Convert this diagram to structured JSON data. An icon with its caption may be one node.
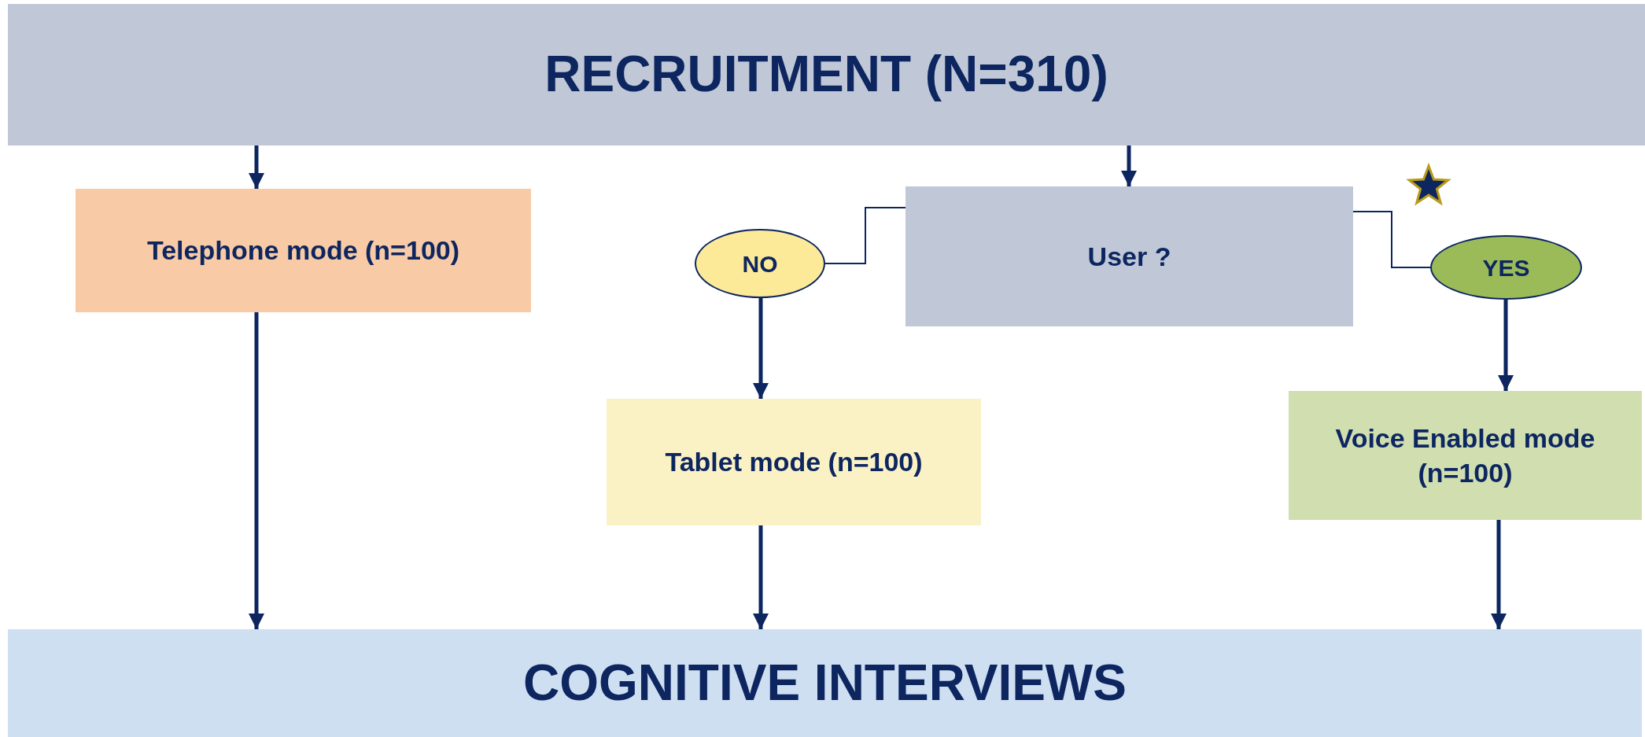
{
  "diagram": {
    "nodes": [
      {
        "text": [
          "RECRUITMENT (N=310)"
        ]
      },
      {
        "text": [
          "Telephone mode (n=100)"
        ]
      },
      {
        "text": [
          "NO"
        ]
      },
      {
        "text": [
          "User ?"
        ]
      },
      {
        "text": [
          "YES"
        ]
      },
      {
        "text": [
          "Tablet mode (n=100)"
        ]
      },
      {
        "text": [
          "Voice Enabled mode (n=100)"
        ]
      },
      {
        "text": [
          "COGNITIVE INTERVIEWS"
        ]
      }
    ],
    "edges": [
      {
        "from": 0,
        "to": 1,
        "arrow": "to"
      },
      {
        "from": 0,
        "to": 3,
        "arrow": "to"
      },
      {
        "from": 3,
        "to": 2,
        "arrow": "none"
      },
      {
        "from": 3,
        "to": 4,
        "arrow": "none"
      },
      {
        "from": 2,
        "to": 5,
        "arrow": "to"
      },
      {
        "from": 4,
        "to": 6,
        "arrow": "to"
      },
      {
        "from": 1,
        "to": 7,
        "arrow": "to"
      },
      {
        "from": 5,
        "to": 7,
        "arrow": "to"
      },
      {
        "from": 6,
        "to": 7,
        "arrow": "to"
      }
    ]
  }
}
